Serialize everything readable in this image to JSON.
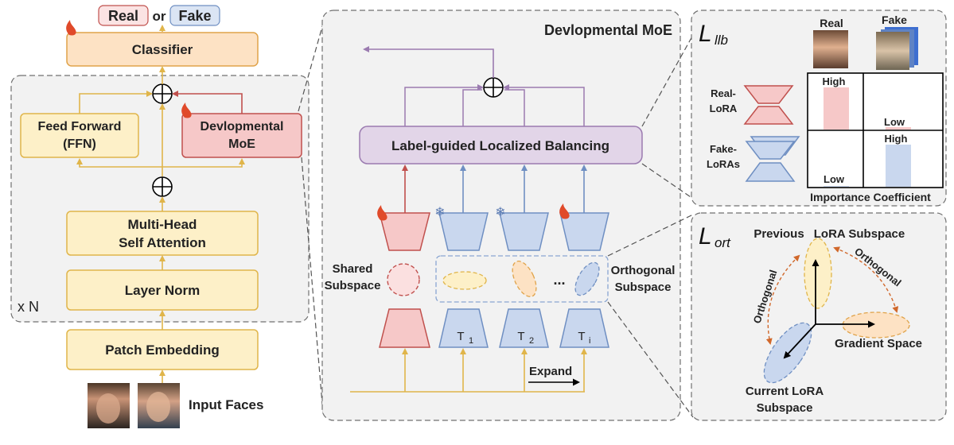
{
  "output": {
    "real": "Real",
    "or": "or",
    "fake": "Fake"
  },
  "encoder": {
    "classifier": "Classifier",
    "ffn_line1": "Feed Forward",
    "ffn_line2": "(FFN)",
    "dmoe_line1": "Devlopmental",
    "dmoe_line2": "MoE",
    "mhsa_line1": "Multi-Head",
    "mhsa_line2": "Self Attention",
    "layer_norm": "Layer Norm",
    "repeat_label": "x N",
    "patch_embedding": "Patch Embedding",
    "input_faces": "Input Faces"
  },
  "moe": {
    "title": "Devlopmental MoE",
    "balancing": "Label-guided Localized Balancing",
    "shared_line1": "Shared",
    "shared_line2": "Subspace",
    "orthogonal_line1": "Orthogonal",
    "orthogonal_line2": "Subspace",
    "ellipsis": "...",
    "task_labels": [
      "T",
      "T",
      "T"
    ],
    "task_subscripts": [
      "1",
      "2",
      "i"
    ],
    "expand": "Expand"
  },
  "llb": {
    "symbol": "L",
    "subscript": "llb",
    "real_header": "Real",
    "fake_header": "Fake",
    "real_lora_line1": "Real-",
    "real_lora_line2": "LoRA",
    "fake_lora_line1": "Fake-",
    "fake_lora_line2": "LoRAs",
    "cells": [
      "High",
      "Low",
      "Low",
      "High"
    ],
    "caption": "Importance Coefficient"
  },
  "ort": {
    "symbol": "L",
    "subscript": "ort",
    "previous": "Previous",
    "lora_subspace": "LoRA Subspace",
    "orthogonal": "Orthogonal",
    "gradient_space": "Gradient Space",
    "current_line1": "Current LoRA",
    "current_line2": "Subspace"
  },
  "colors": {
    "yellow_fill": "#fdf0c8",
    "yellow_stroke": "#e0b54a",
    "pink_fill": "#f6c8c8",
    "pink_stroke": "#c0504d",
    "blue_fill": "#c9d7ee",
    "blue_stroke": "#6f8fc2",
    "purple_fill": "#e2d5e8",
    "purple_stroke": "#9b7bb0",
    "panel_fill": "#f2f2f2",
    "panel_stroke": "#707070",
    "orange_dash": "#d1682b"
  }
}
